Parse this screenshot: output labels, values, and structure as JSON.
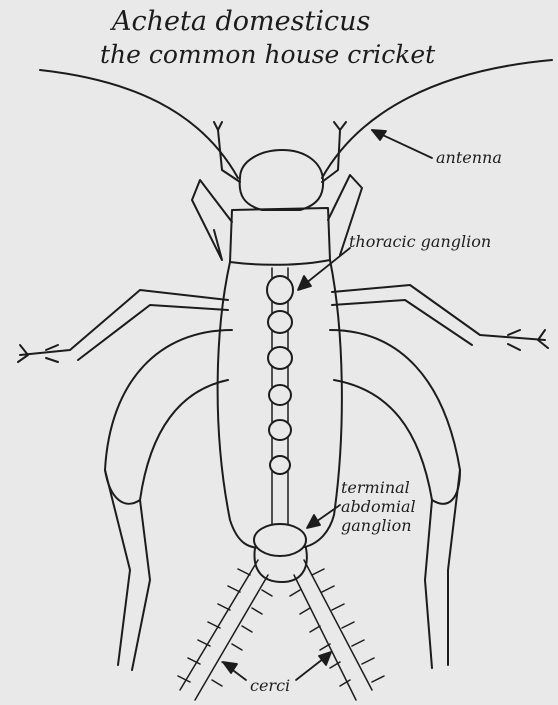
{
  "title": {
    "line1": "Acheta domesticus",
    "line2": "the common house cricket"
  },
  "labels": {
    "antenna": "antenna",
    "thoracic": "thoracic ganglion",
    "terminal_1": "terminal",
    "terminal_2": "abdomial",
    "terminal_3": "ganglion",
    "cerci": "cerci"
  },
  "colors": {
    "background": "#e9e9e9",
    "ink": "#1c1c1c"
  }
}
